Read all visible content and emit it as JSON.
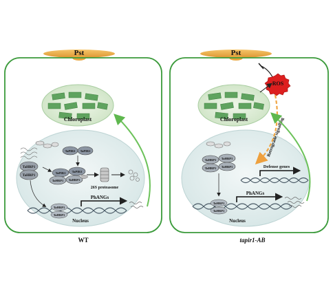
{
  "left_panel": {
    "pathogen_label": "Pst",
    "chloroplast_label": "Chloroplast",
    "nucleus_label": "Nucleus",
    "protein_a": "TaHRP1",
    "protein_b": "TaPIR1",
    "proteasome_label": "26S proteasome",
    "genes_label": "PhANGs",
    "caption": "WT"
  },
  "right_panel": {
    "pathogen_label": "Pst",
    "ros_label": "ROS",
    "chloroplast_label": "Chloroplast",
    "nucleus_label": "Nucleus",
    "protein_a": "TaHRP1",
    "signal_label": "Retrograde signalling",
    "defense_label": "Defense genes",
    "genes_label": "PhANGs",
    "caption": "tapir1-AB"
  },
  "colors": {
    "cell_border": "#3a9a3a",
    "chloroplast_fill": "#dcecd4",
    "thylakoid": "#5fa35f",
    "nucleus_fill": "#e3eeee",
    "pathogen": "#e6a33c",
    "ros": "#dd1f1f",
    "retrograde_arrow": "#f0a644",
    "green_arrow": "#6cc25a"
  }
}
